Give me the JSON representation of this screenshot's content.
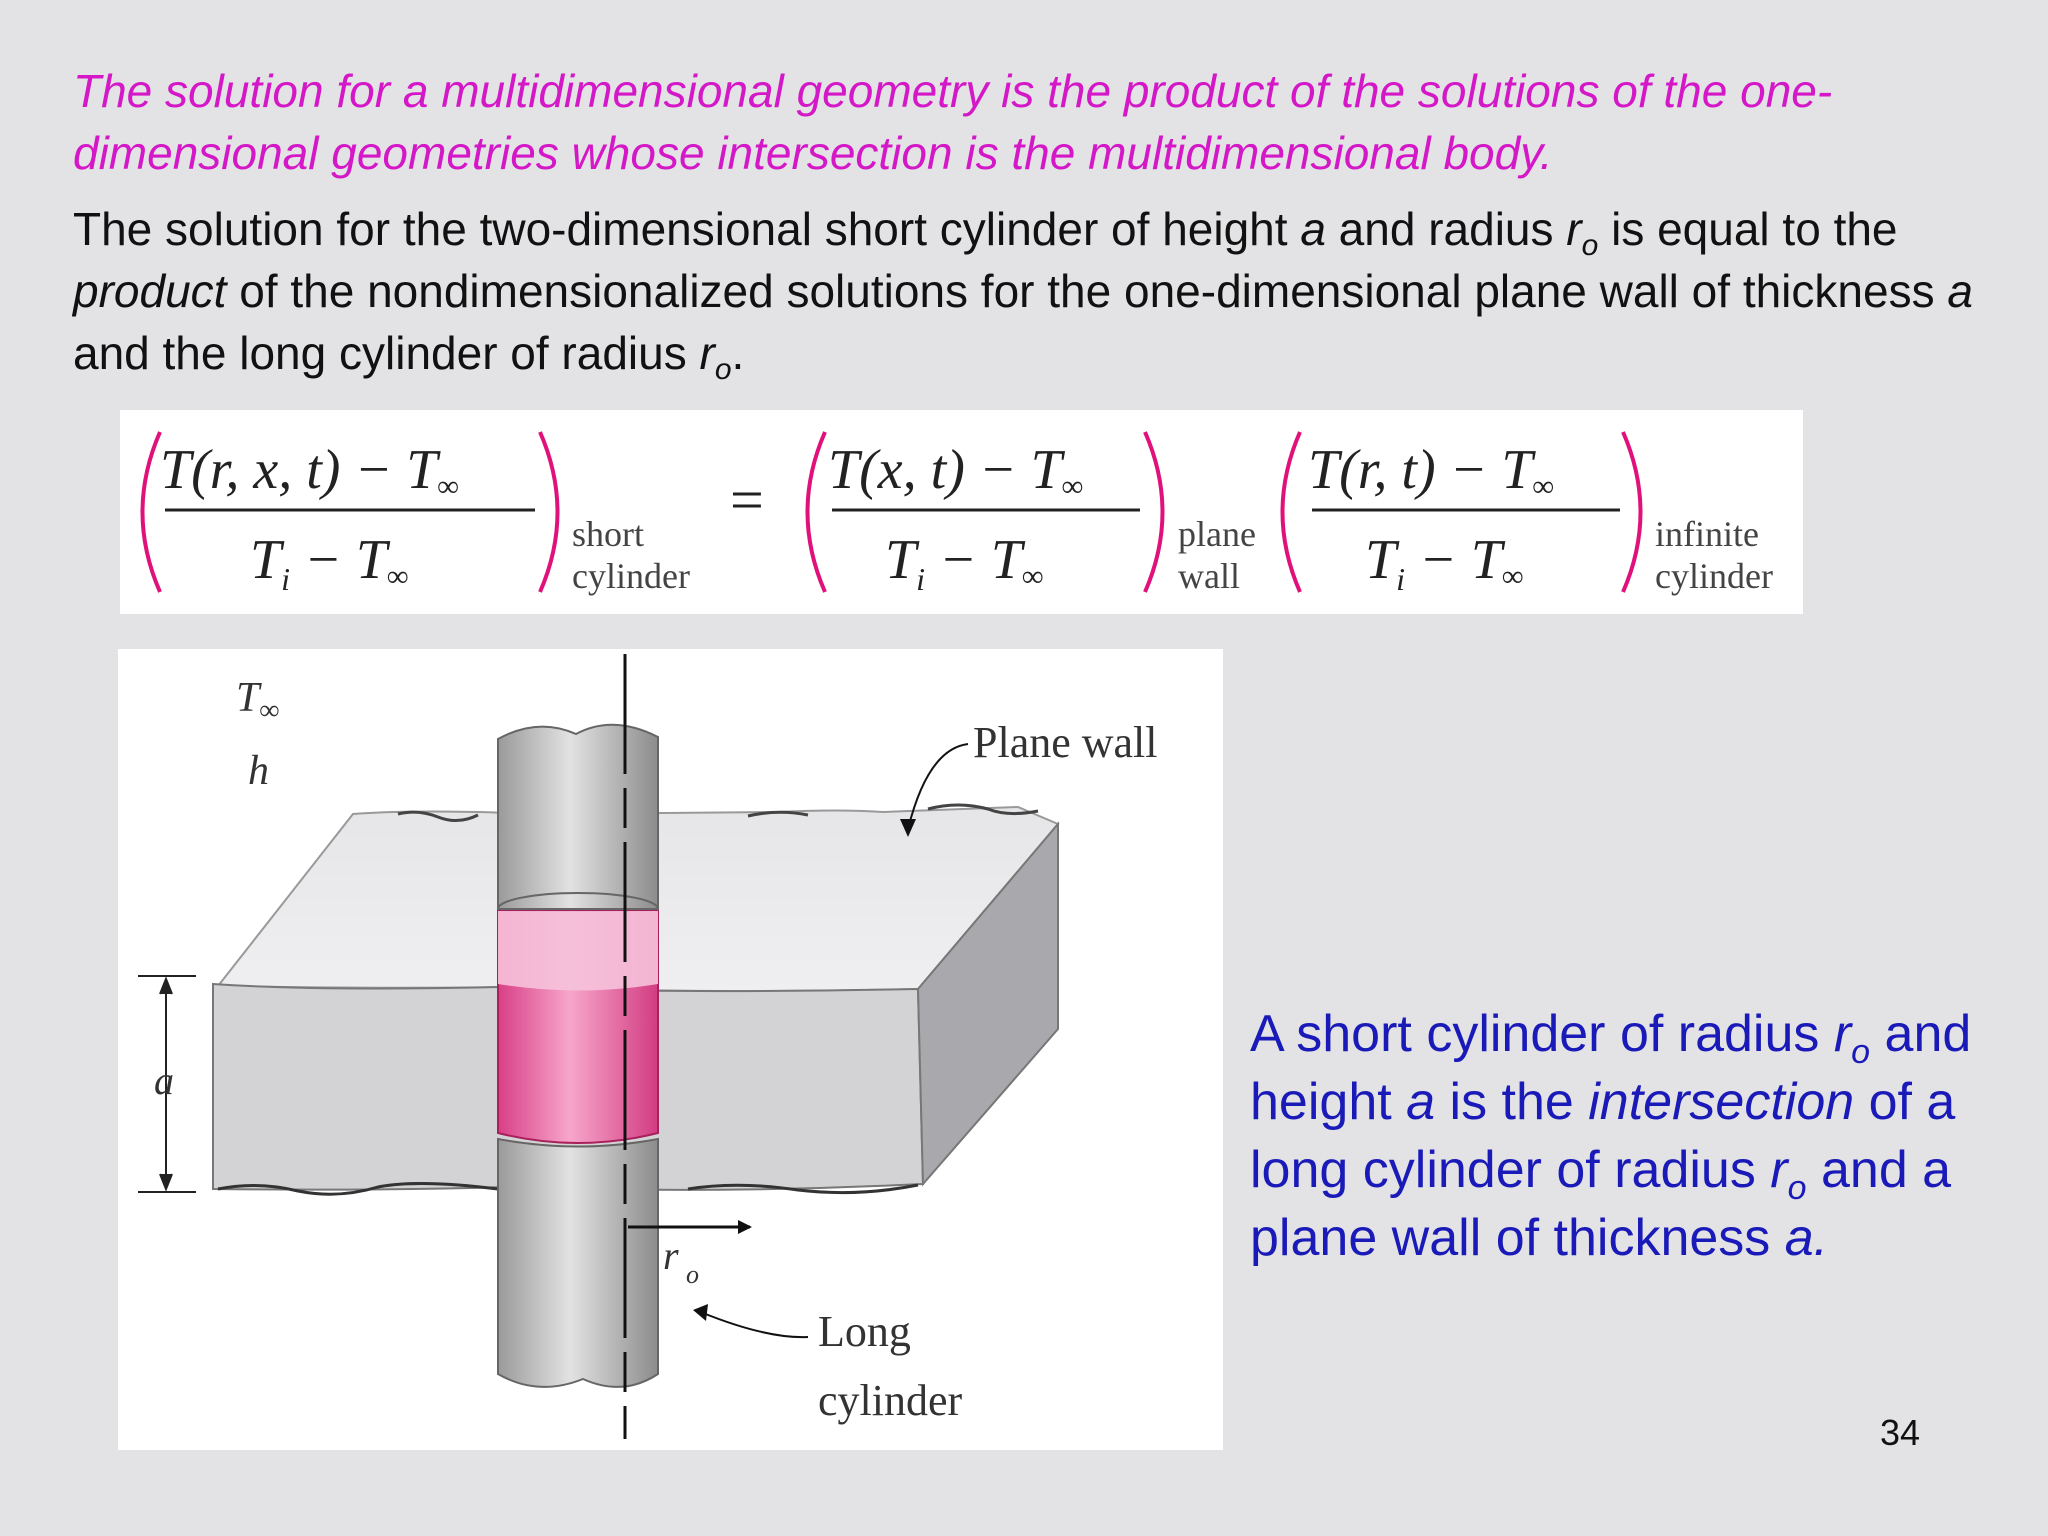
{
  "intro": {
    "line": "The solution for a multidimensional geometry is the product of the solutions of the one-dimensional geometries whose intersection is the multidimensional body."
  },
  "para": {
    "t1": "The solution for the two-dimensional short cylinder of height ",
    "a1": "a",
    "t2": " and radius ",
    "r1": "r",
    "o1": "o",
    "t3": " is equal to the ",
    "product": "product",
    "t4": " of the nondimensionalized solutions for the one-dimensional plane wall of thickness ",
    "a2": "a",
    "t5": " and the long cylinder of radius ",
    "r2": "r",
    "o2": "o",
    "t6": "."
  },
  "equation": {
    "num1": "T(r, x, t) − T",
    "den1": "T",
    "den1_sub": "i",
    "den_mid": " − T",
    "inf": "∞",
    "short": "short",
    "cylinder": "cylinder",
    "eq": "=",
    "num2": "T(x, t) − T",
    "plane": "plane",
    "wall": "wall",
    "num3": "T(r, t) − T",
    "infinite": "infinite",
    "cylinder2": "cylinder"
  },
  "figure": {
    "T": "T",
    "inf": "∞",
    "h": "h",
    "a": "a",
    "r": "r",
    "o": "o",
    "plane_wall": "Plane wall",
    "long": "Long",
    "cylinder": "cylinder"
  },
  "caption": {
    "c1": "A short cylinder of radius ",
    "r1": "r",
    "o1": "o",
    "c2": " and height ",
    "a1": "a",
    "c3": " is the ",
    "intersection": "intersection",
    "c4": " of a long cylinder of radius ",
    "r2": "r",
    "o2": "o",
    "c5": " and a plane wall of thickness ",
    "a2": "a."
  },
  "page_number": "34",
  "colors": {
    "intro": "#d418c8",
    "caption": "#1a1ab8",
    "paren": "#e0117a",
    "cylinder_pink": "#e8559c"
  }
}
